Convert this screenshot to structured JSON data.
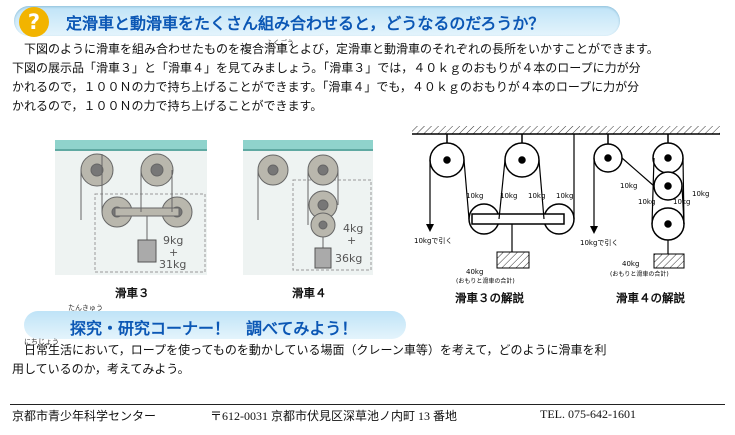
{
  "header": {
    "badge": "?",
    "title": "定滑車と動滑車をたくさん組み合わせると，どうなるのだろうか？"
  },
  "intro": {
    "ruby_fukugou": "ふくごう",
    "lines": [
      "　下図のように滑車を組み合わせたものを複合滑車とよび，定滑車と動滑車のそれぞれの長所をいかすことができます。",
      "下図の展示品「滑車３」と「滑車４」を見てみましょう。「滑車３」では，４０ｋｇのおもりが４本のロープに力が分",
      "かれるので，１００Ｎの力で持ち上げることができます。「滑車４」でも，４０ｋｇのおもりが４本のロープに力が分",
      "かれるので，１００Ｎの力で持ち上げることができます。"
    ]
  },
  "figures": {
    "photo3": {
      "weight_label_1": "9kg",
      "weight_label_plus": "+",
      "weight_label_2": "31kg",
      "caption": "滑車３"
    },
    "photo4": {
      "weight_label_1": "4kg",
      "weight_label_plus": "+",
      "weight_label_2": "36kg",
      "caption": "滑車４"
    },
    "diagram3": {
      "caption": "滑車３の解説",
      "pull_label": "10kgで引く",
      "rope_labels": [
        "10kg",
        "10kg",
        "10kg",
        "10kg"
      ],
      "load_label": "40kg",
      "load_note": "(おもりと滑車の合計)"
    },
    "diagram4": {
      "caption": "滑車４の解説",
      "pull_label": "10kgで引く",
      "rope_labels": [
        "10kg",
        "10kg",
        "10kg",
        "10kg"
      ],
      "load_label": "40kg",
      "load_note": "(おもりと滑車の合計)"
    }
  },
  "research": {
    "ruby_tankyuu": "たんきゅう",
    "title": "探究・研究コーナー！　調べてみよう！",
    "ruby_nichijou": "にちじょう",
    "lines": [
      "　日常生活において，ロープを使ってものを動かしている場面（クレーン車等）を考えて，どのように滑車を利",
      "用しているのか，考えてみよう。"
    ]
  },
  "footer": {
    "org": "京都市青少年科学センター",
    "address": "〒612-0031  京都市伏見区深草池ノ内町 13 番地",
    "tel": "TEL. 075-642-1601"
  },
  "colors": {
    "banner": "#cfeaf8",
    "title_blue": "#0b57b5",
    "badge": "#f2b400"
  }
}
